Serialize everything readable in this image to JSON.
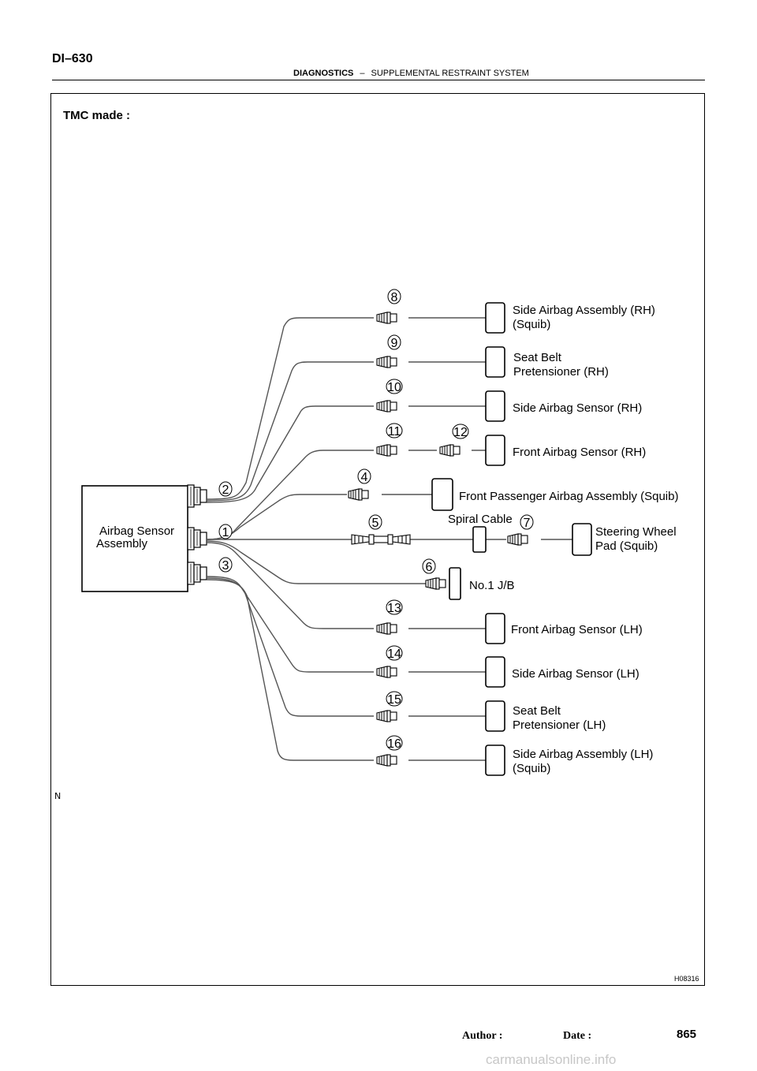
{
  "header": {
    "page_code": "DI–630",
    "section": "DIAGNOSTICS",
    "dash": "–",
    "subsection": "SUPPLEMENTAL RESTRAINT SYSTEM"
  },
  "figure": {
    "title": "TMC made :",
    "code": "H08316",
    "corner_mark": "N"
  },
  "diagram": {
    "ecu_label_line1": "Airbag Sensor",
    "ecu_label_line2": "Assembly",
    "connector_numbers": [
      "1",
      "2",
      "3",
      "4",
      "5",
      "6",
      "7",
      "8",
      "9",
      "10",
      "11",
      "12",
      "13",
      "14",
      "15",
      "16"
    ],
    "components": {
      "side_airbag_rh_1": "Side Airbag Assembly (RH)",
      "side_airbag_rh_2": "(Squib)",
      "seat_belt_rh_1": "Seat Belt",
      "seat_belt_rh_2": "Pretensioner (RH)",
      "side_sensor_rh": "Side Airbag Sensor (RH)",
      "front_sensor_rh": "Front Airbag Sensor (RH)",
      "front_passenger": "Front Passenger Airbag Assembly (Squib)",
      "spiral_cable": "Spiral Cable",
      "steering_1": "Steering Wheel",
      "steering_2": "Pad (Squib)",
      "jb": "No.1 J/B",
      "front_sensor_lh": "Front Airbag Sensor (LH)",
      "side_sensor_lh": "Side Airbag Sensor (LH)",
      "seat_belt_lh_1": "Seat Belt",
      "seat_belt_lh_2": "Pretensioner (LH)",
      "side_airbag_lh_1": "Side Airbag Assembly (LH)",
      "side_airbag_lh_2": "(Squib)"
    }
  },
  "footer": {
    "author_label": "Author :",
    "date_label": "Date :",
    "page_number": "865",
    "watermark": "carmanualsonline.info"
  }
}
